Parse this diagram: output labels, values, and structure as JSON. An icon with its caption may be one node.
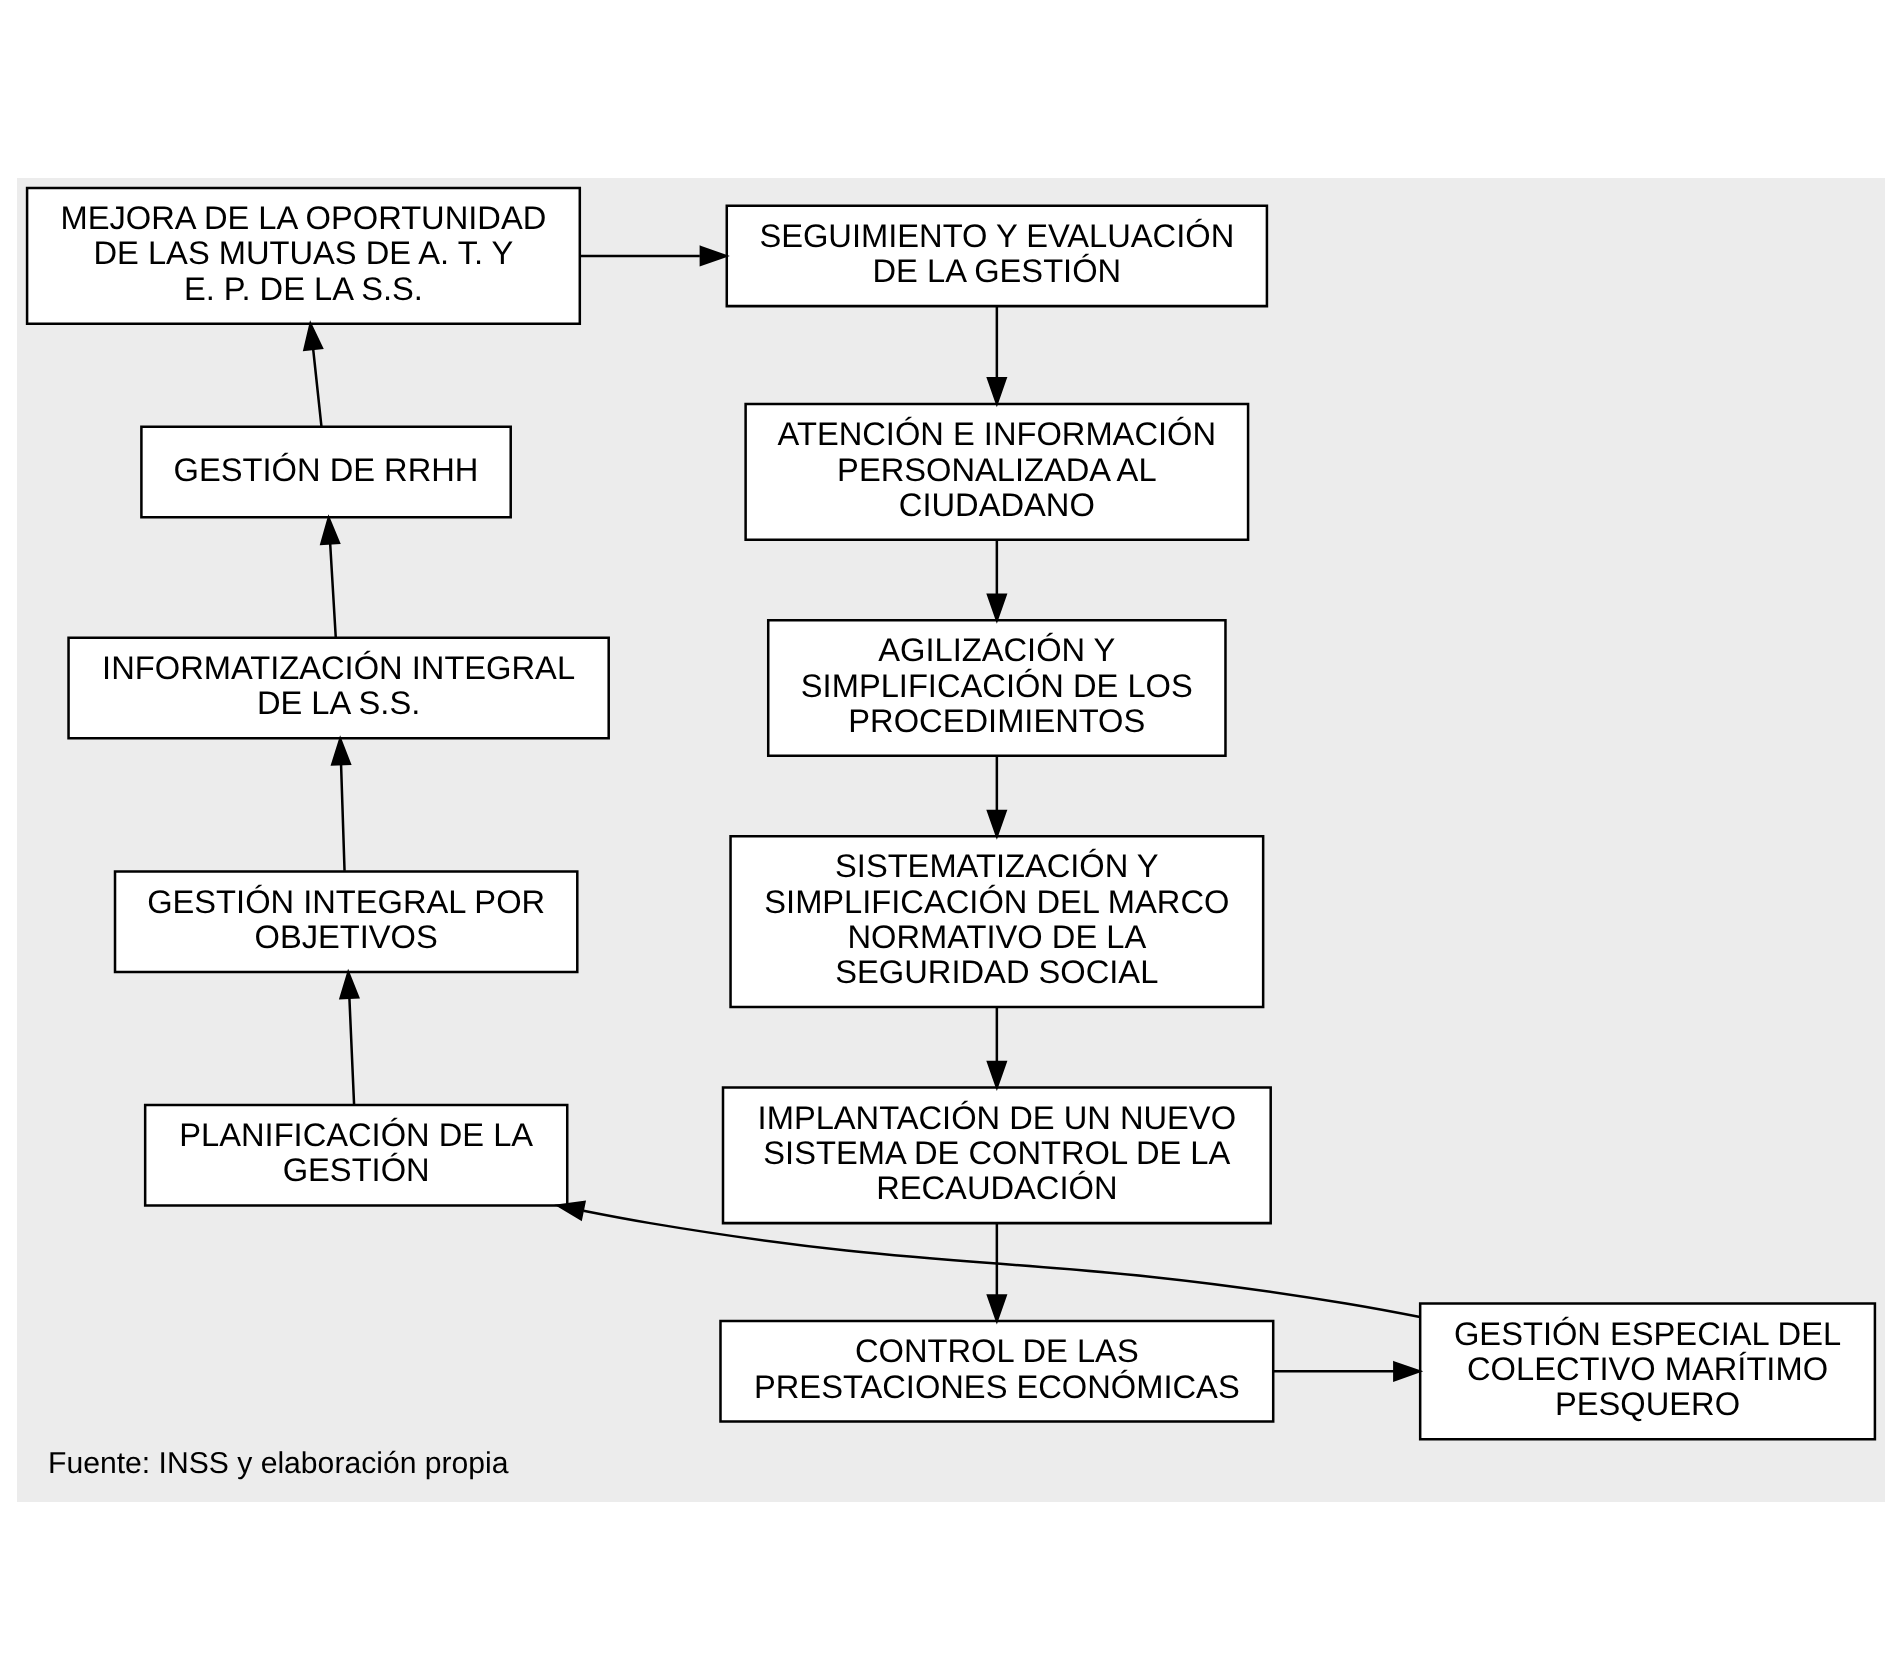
{
  "diagram": {
    "caption": "Fuente: INSS y elaboración propia",
    "nodes": [
      {
        "text": [
          "MEJORA DE LA OPORTUNIDAD DE LAS MUTUAS DE A. T. Y E. P. DE LA S.S."
        ]
      },
      {
        "text": [
          "SEGUIMIENTO Y EVALUACIÓN DE LA GESTIÓN"
        ]
      },
      {
        "text": [
          "GESTIÓN DE RRHH"
        ]
      },
      {
        "text": [
          "ATENCIÓN E INFORMACIÓN PERSONALIZADA AL CIUDADANO"
        ]
      },
      {
        "text": [
          "INFORMATIZACIÓN INTEGRAL DE LA S.S."
        ]
      },
      {
        "text": [
          "AGILIZACIÓN Y SIMPLIFICACIÓN DE LOS PROCEDIMIENTOS"
        ]
      },
      {
        "text": [
          "GESTIÓN INTEGRAL POR OBJETIVOS"
        ]
      },
      {
        "text": [
          "SISTEMATIZACIÓN Y SIMPLIFICACIÓN DEL MARCO NORMATIVO DE LA SEGURIDAD SOCIAL"
        ]
      },
      {
        "text": [
          "PLANIFICACIÓN DE LA GESTIÓN"
        ]
      },
      {
        "text": [
          "IMPLANTACIÓN DE UN NUEVO SISTEMA DE CONTROL DE LA RECAUDACIÓN"
        ]
      },
      {
        "text": [
          "GESTIÓN ESPECIAL DEL COLECTIVO MARÍTIMO PESQUERO"
        ]
      },
      {
        "text": [
          "CONTROL DE LAS PRESTACIONES ECONÓMICAS"
        ]
      }
    ],
    "edges": [
      {
        "from": 0,
        "to": 1,
        "arrow": "to"
      },
      {
        "from": 1,
        "to": 3,
        "arrow": "to"
      },
      {
        "from": 3,
        "to": 5,
        "arrow": "to"
      },
      {
        "from": 5,
        "to": 7,
        "arrow": "to"
      },
      {
        "from": 7,
        "to": 9,
        "arrow": "to"
      },
      {
        "from": 9,
        "to": 11,
        "arrow": "to"
      },
      {
        "from": 11,
        "to": 10,
        "arrow": "to"
      },
      {
        "from": 10,
        "to": 8,
        "arrow": "to"
      },
      {
        "from": 8,
        "to": 6,
        "arrow": "to"
      },
      {
        "from": 6,
        "to": 4,
        "arrow": "to"
      },
      {
        "from": 4,
        "to": 2,
        "arrow": "to"
      },
      {
        "from": 2,
        "to": 0,
        "arrow": "to"
      }
    ]
  }
}
